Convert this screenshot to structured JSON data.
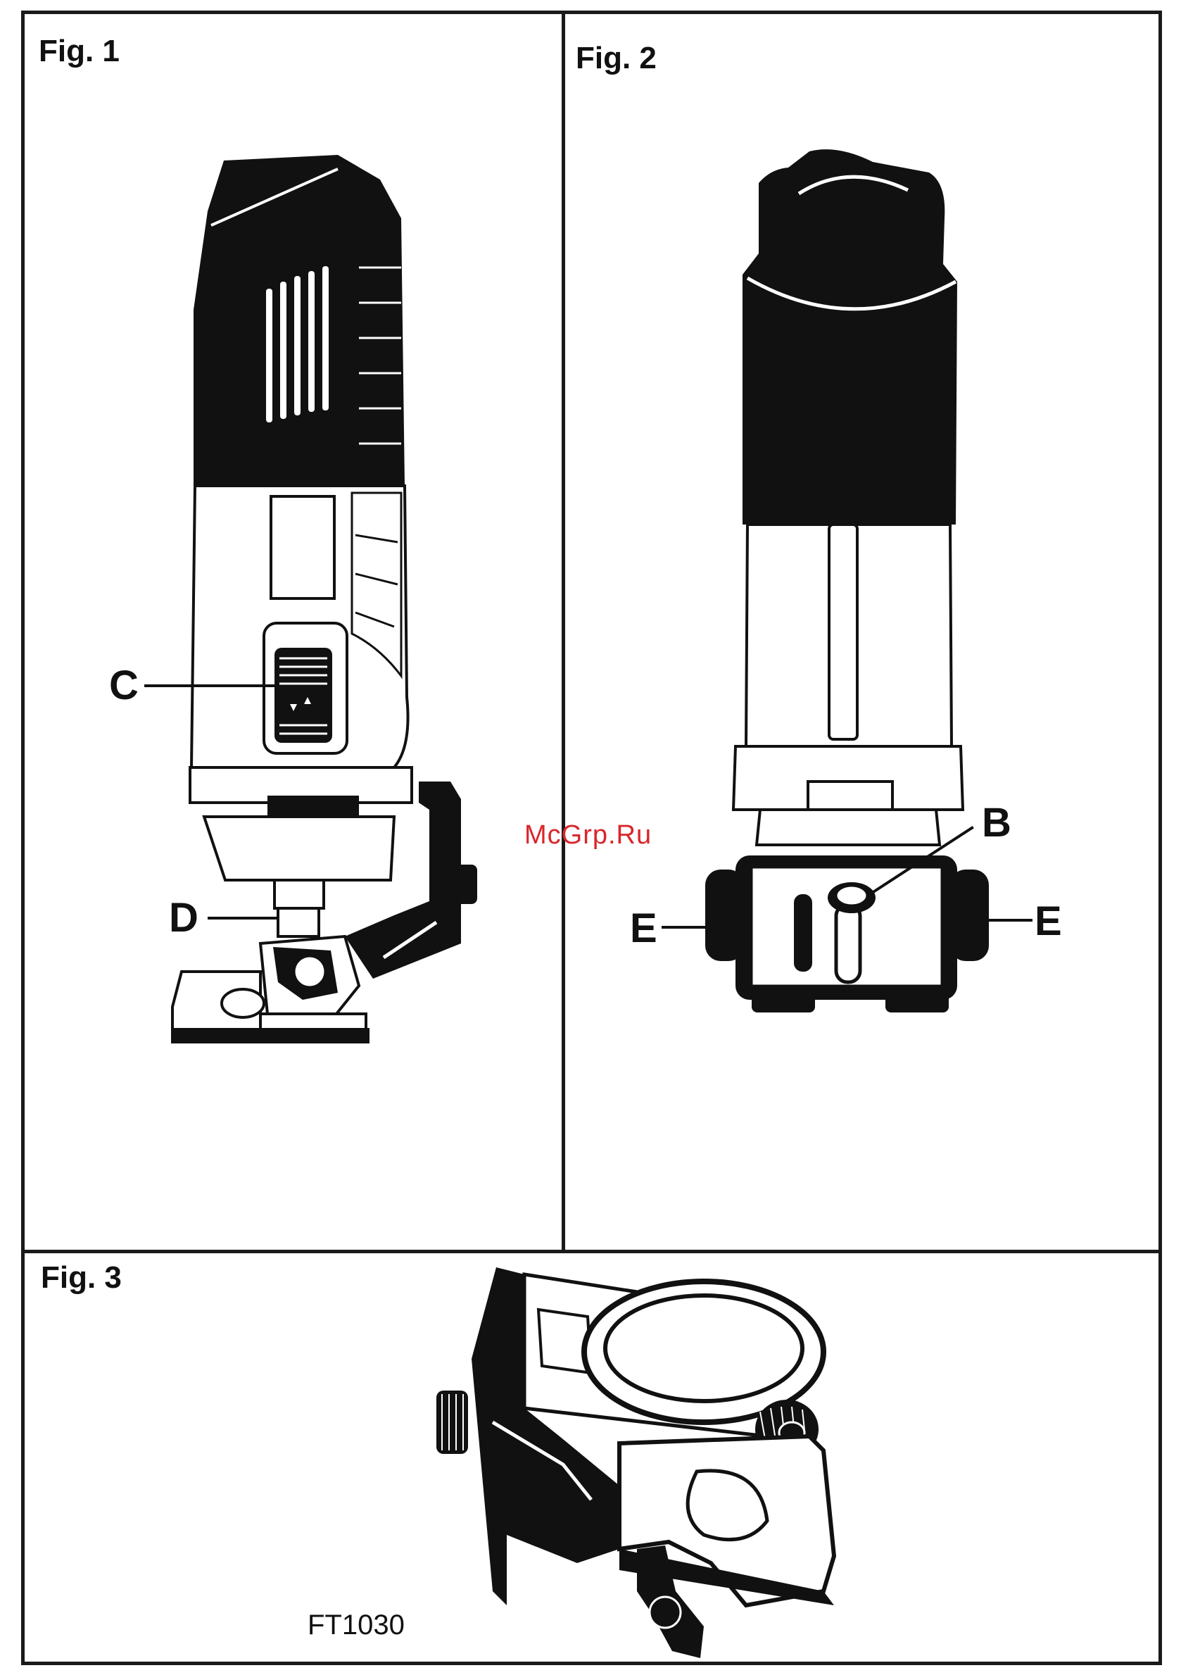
{
  "figures": {
    "fig1": {
      "title": "Fig. 1",
      "labels": {
        "c": "C",
        "d": "D"
      }
    },
    "fig2": {
      "title": "Fig. 2",
      "labels": {
        "b": "B",
        "e_left": "E",
        "e_right": "E"
      }
    },
    "fig3": {
      "title": "Fig. 3",
      "model": "FT1030"
    }
  },
  "watermark": "McGrp.Ru",
  "colors": {
    "ink": "#111111",
    "body_fill": "#ffffff",
    "watermark": "#d9262b"
  }
}
